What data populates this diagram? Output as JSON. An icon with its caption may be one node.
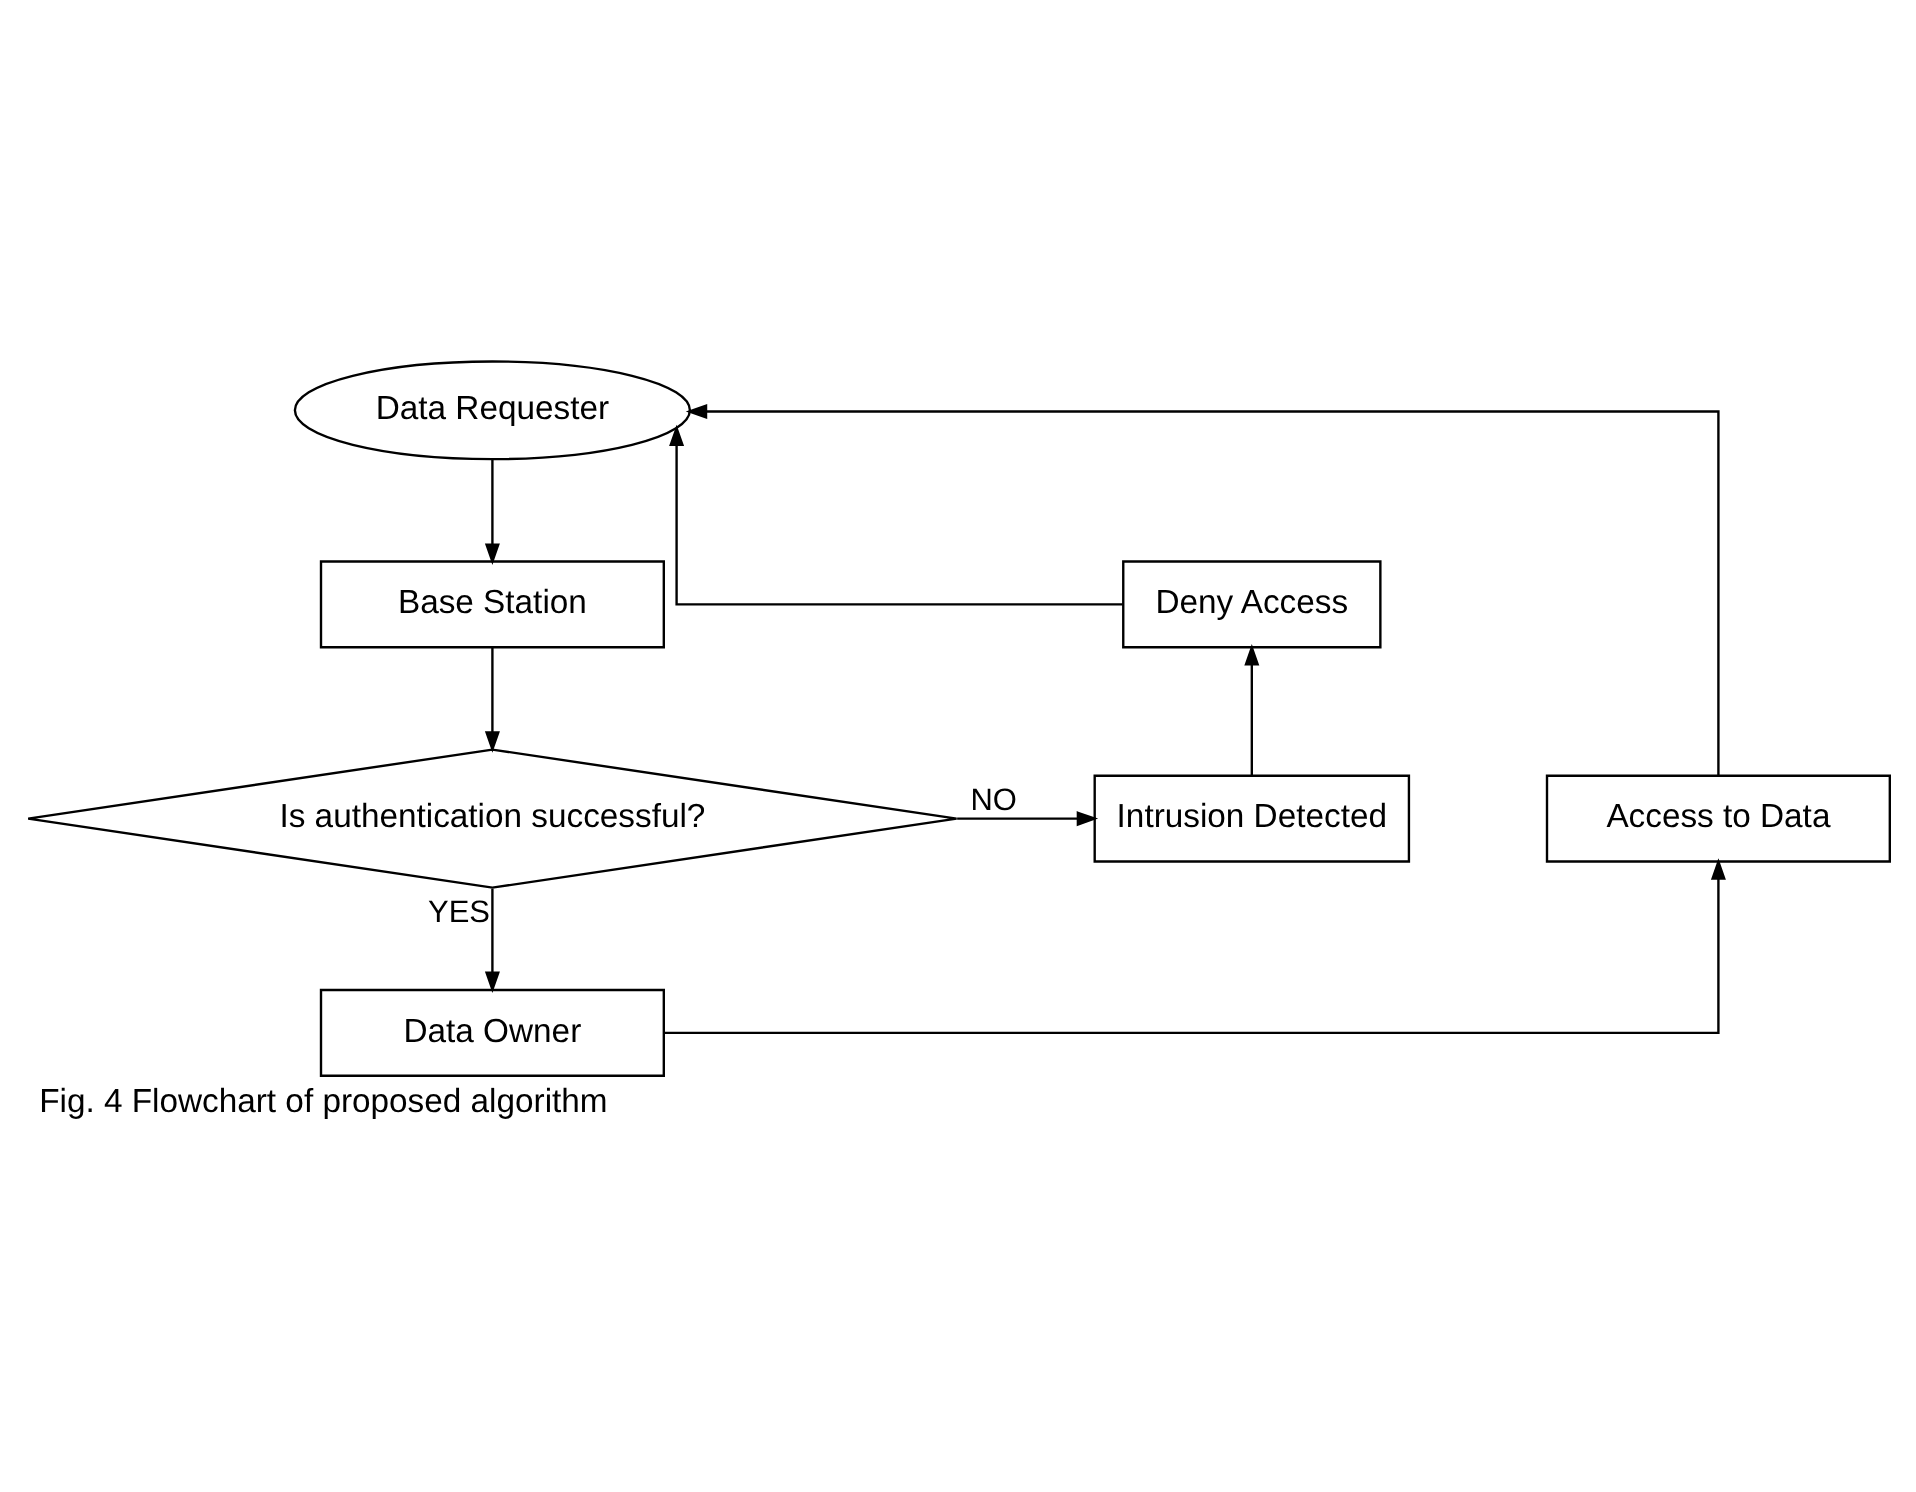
{
  "diagram": {
    "caption": "Fig. 4 Flowchart of proposed algorithm",
    "nodes": [
      {
        "text": [
          "Data Requester"
        ]
      },
      {
        "text": [
          "Base Station"
        ]
      },
      {
        "text": [
          "Is authentication successful?"
        ]
      },
      {
        "text": [
          "Intrusion Detected"
        ]
      },
      {
        "text": [
          "Deny Access"
        ]
      },
      {
        "text": [
          "Data Owner"
        ]
      },
      {
        "text": [
          "Access to Data"
        ]
      }
    ],
    "edges": [
      {
        "from": 0,
        "to": 1,
        "arrow": "to"
      },
      {
        "from": 1,
        "to": 2,
        "arrow": "to"
      },
      {
        "from": 2,
        "to": 3,
        "arrow": "to",
        "label": "NO"
      },
      {
        "from": 3,
        "to": 4,
        "arrow": "to"
      },
      {
        "from": 4,
        "to": 0,
        "arrow": "to"
      },
      {
        "from": 2,
        "to": 5,
        "arrow": "to",
        "label": "YES"
      },
      {
        "from": 5,
        "to": 6,
        "arrow": "to"
      },
      {
        "from": 6,
        "to": 0,
        "arrow": "to"
      }
    ]
  }
}
